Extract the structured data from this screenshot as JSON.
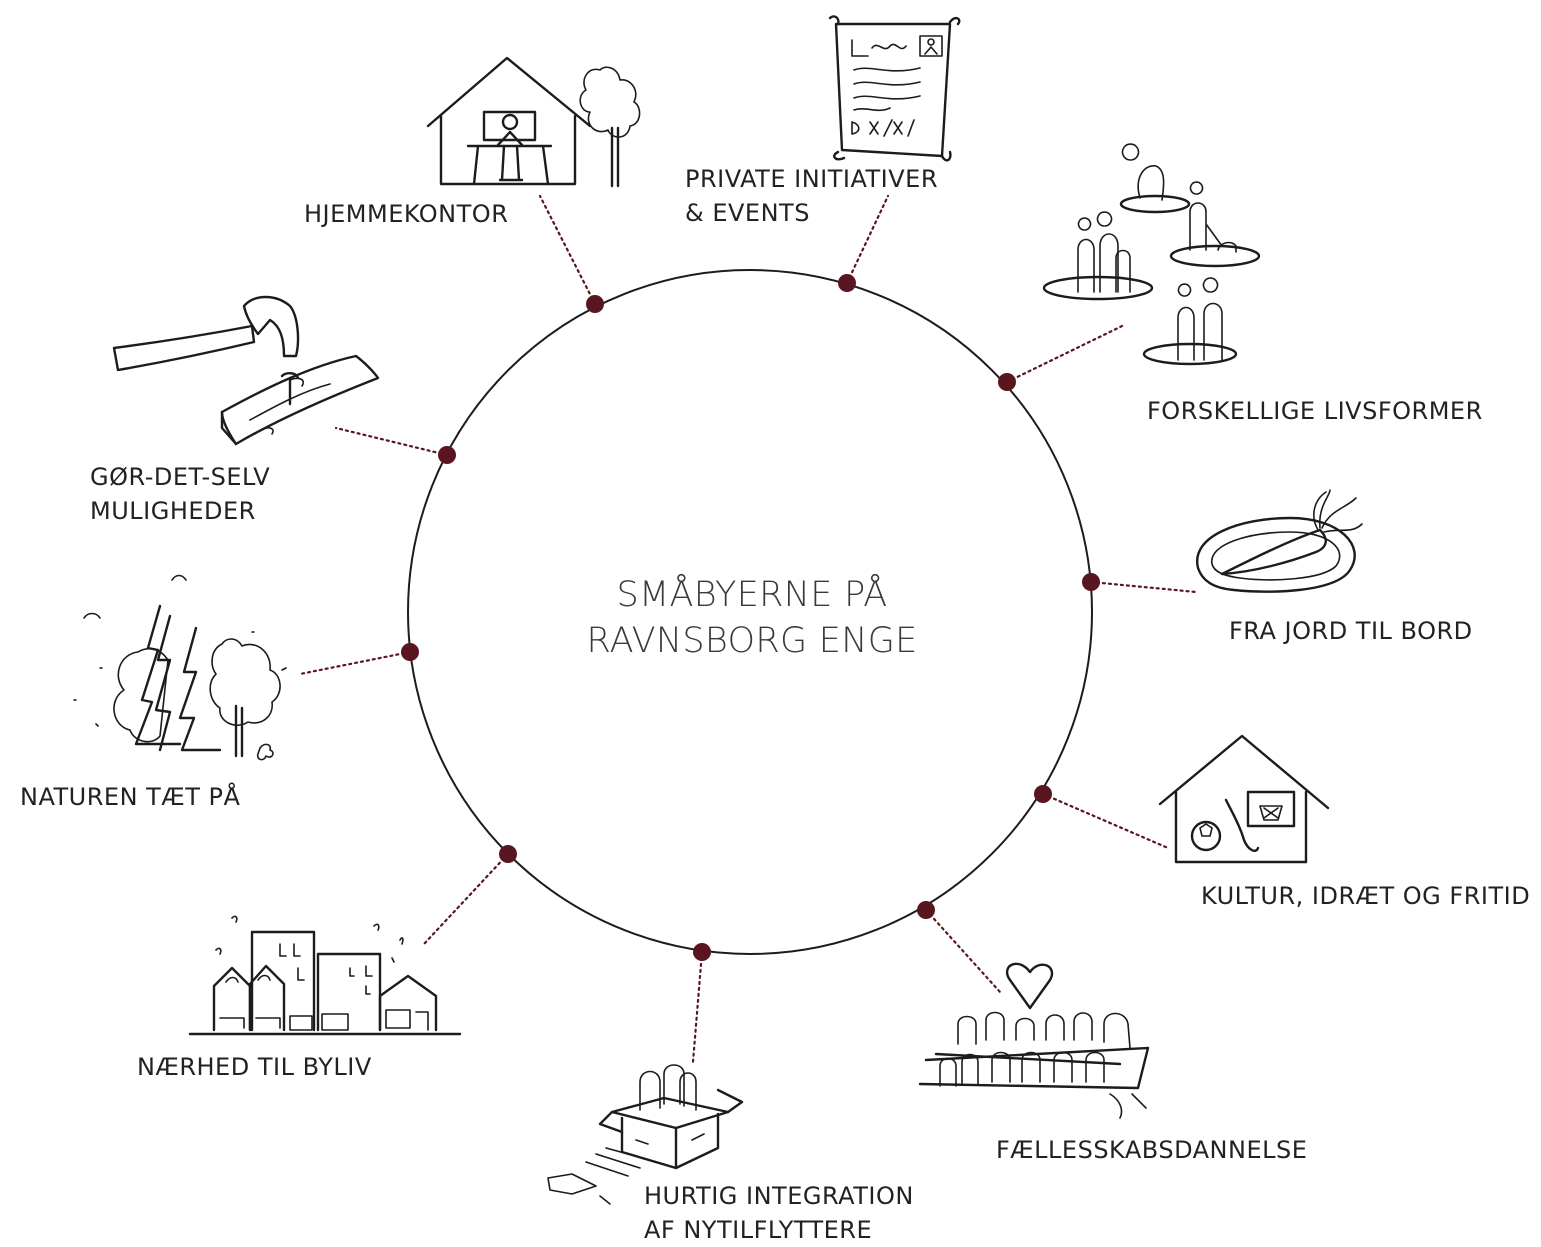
{
  "diagram": {
    "center_title_line1": "SMÅBYERNE PÅ",
    "center_title_line2": "RAVNSBORG ENGE",
    "accent_color": "#5a1620",
    "line_color": "#1c1c1c",
    "nodes": [
      {
        "id": "private",
        "label_lines": [
          "PRIVATE INITIATIVER",
          "& EVENTS"
        ],
        "icon": "document-icon"
      },
      {
        "id": "livsformer",
        "label_lines": [
          "FORSKELLIGE LIVSFORMER"
        ],
        "icon": "people-groups-icon"
      },
      {
        "id": "jord",
        "label_lines": [
          "FRA JORD TIL BORD"
        ],
        "icon": "carrot-plate-icon"
      },
      {
        "id": "kultur",
        "label_lines": [
          "KULTUR, IDRÆT OG FRITID"
        ],
        "icon": "sports-hall-icon"
      },
      {
        "id": "faelles",
        "label_lines": [
          "FÆLLESSKABSDANNELSE"
        ],
        "icon": "community-table-icon"
      },
      {
        "id": "integration",
        "label_lines": [
          "HURTIG INTEGRATION",
          "AF NYTILFLYTTERE"
        ],
        "icon": "moving-box-icon"
      },
      {
        "id": "byliv",
        "label_lines": [
          "NÆRHED TIL BYLIV"
        ],
        "icon": "town-buildings-icon"
      },
      {
        "id": "natur",
        "label_lines": [
          "NATUREN TÆT PÅ"
        ],
        "icon": "forest-icon"
      },
      {
        "id": "gordetselv",
        "label_lines": [
          "GØR-DET-SELV",
          "MULIGHEDER"
        ],
        "icon": "hammer-plank-icon"
      },
      {
        "id": "hjemmekontor",
        "label_lines": [
          "HJEMMEKONTOR"
        ],
        "icon": "home-office-icon"
      }
    ]
  }
}
